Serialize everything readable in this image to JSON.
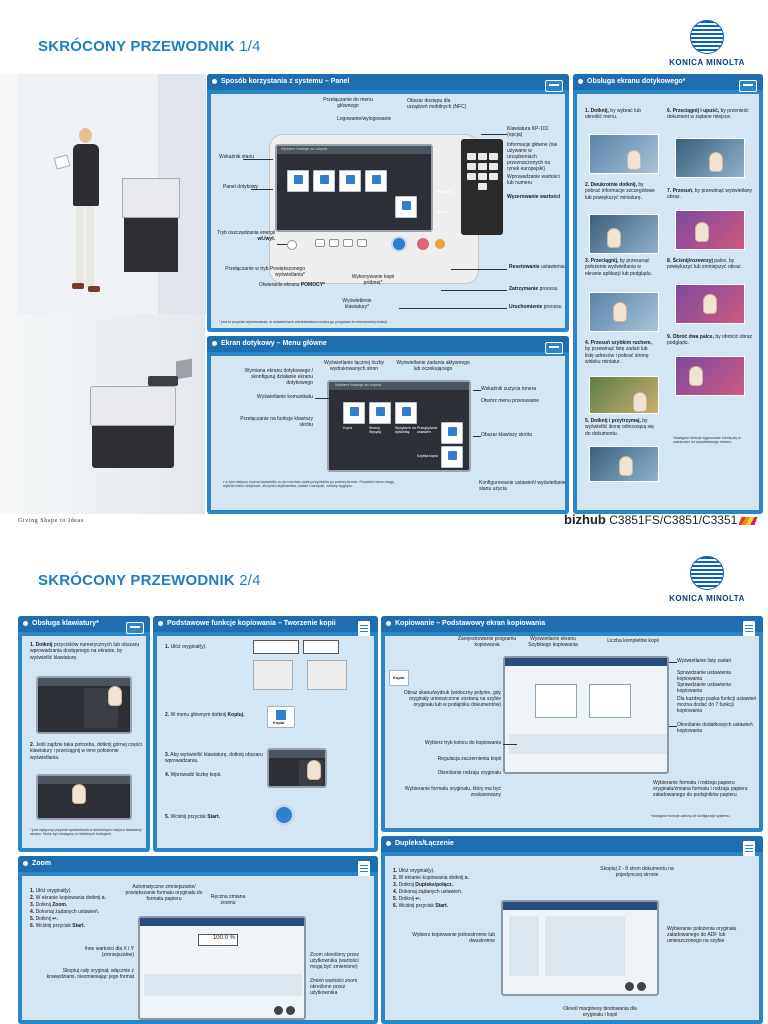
{
  "page1": {
    "title": "SKRÓCONY PRZEWODNIK",
    "page_num": "1/4",
    "brand": "KONICA MINOLTA",
    "tagline": "Giving Shape to Ideas",
    "model_prefix": "bizhub",
    "model_names": "C3851FS/C3851/C3351",
    "panel_system": {
      "title": "Sposób korzystania z systemu – Panel",
      "screen_header": "Wybierz funkcje do użycia",
      "labels": {
        "switch_main_menu": "Przełączanie do menu głównego",
        "login": "Logowanie/wylogowanie",
        "nfc_area": "Obszar dostępu dla urządzeń mobilnych (NFC)",
        "keyboard": "Klawiatura KP-101 (opcja)",
        "keyboard_note": "Informacje główne (nie używane w urządzeniach przeznaczonych na rynek europejski)",
        "status_indicator": "Wskaźnik stanu",
        "touch_panel": "Panel dotykowy",
        "enter_number": "Wprowadzanie wartości lub numeru",
        "clear_values": "Wyzerowanie wartości",
        "power_save_prefix": "Tryb oszczędzania energii",
        "power_save_bold": "wł./wył.",
        "switch_enlarge": "Przełączanie w tryb Powiększonego wyświetlania*",
        "open_help_prefix": "Otwieranie ekranu",
        "open_help_bold": "POMOCY*",
        "proof_copy": "Wykonywanie kopii próbnej*",
        "keypad_display": "Wyświetlenie klawiatury*",
        "reset_bold": "Resetowanie",
        "reset_rest": "ustawienia",
        "stop_bold": "Zatrzymanie",
        "stop_rest": "procesu",
        "start_bold": "Uruchomienie",
        "start_rest": "procesu",
        "logout_btn": "Wyloguj",
        "menu_btn": "Menu",
        "footnote": "* jest to przycisk rejestrowania, w ustawieniach administratora można go przypisać do ewentualnej funkcji."
      }
    },
    "panel_touch": {
      "title": "Obsługa ekranu dotykowego*",
      "steps": [
        {
          "num": "1.",
          "bold": "Dotknij,",
          "rest": "by wybrać lub określić menu."
        },
        {
          "num": "2.",
          "bold": "Dwukrotnie dotknij,",
          "rest": "by pobrać informacje szczegółowe lub powiększyć miniaturę."
        },
        {
          "num": "3.",
          "bold": "Przeciągnij,",
          "rest": "by przesunąć położenie wyświetlania w ekranie aplikacji lub podglądu."
        },
        {
          "num": "4.",
          "bold": "Przesuń szybkim ruchem,",
          "rest": "by przewinąć listę zadań lub listę adresów i pobrać stronę widoku miniatur."
        },
        {
          "num": "5.",
          "bold": "Dotknij i przytrzymaj,",
          "rest": "by wyświetlić ikonę odnoszącą się do dokumentu."
        },
        {
          "num": "6.",
          "bold": "Przeciągnij i upuść,",
          "rest": "by przenieść dokument w żądane miejsce."
        },
        {
          "num": "7.",
          "bold": "Przesuń,",
          "rest": "by przewinąć wyświetlany obraz."
        },
        {
          "num": "8.",
          "bold": "Ściśnij/rozewrzyj",
          "rest": "palce, by powiększyć lub zmniejszyć obraz."
        },
        {
          "num": "9.",
          "bold": "Obróć dwa palce,",
          "rest": "by obrócić obraz podglądu."
        }
      ],
      "footnote": "*dostępne funkcje sygnowane różnią się w zależności od wyświetlanego ekranu."
    },
    "panel_menu": {
      "title": "Ekran dotykowy – Menu główne",
      "screen_header": "Wybierz funkcje do użycia",
      "tile_labels": [
        "Kopia",
        "Skanuj Wysyłaj",
        "Wysyłanie na dyskietkę",
        "Przeglądanie ustawień",
        "Szybka kopia"
      ],
      "labels": {
        "job_count": "Wyświetlanie łącznej liczby wydrukowanych stron",
        "active_jobs": "Wyświetlanie zadania aktywnego lub oczekującego",
        "enlarge_toggle": "Wymiana ekranu dotykowego / skonfiguruj działanie ekranu dotykowego",
        "messages": "Wyświetlanie komunikatu",
        "toner": "Wskaźnik zużycia tonera",
        "open_slide": "Otwórz menu przesuwane",
        "switch_function": "Przełączanie na funkcje klawiszy skrótu",
        "shortcut_area": "Obszar klawiszy skrótu",
        "config_settings": "Konfigurowanie ustawień/ wyświetlanie stanu użycia",
        "footnote": "• w tym miejscu można wyświetlić co do rozmiaru wielu przycisków po prawej stronie. Przyciski menu mogą wybrać menu dotykowe, skrzynki użytkownika, zadań i narzędzi, zmiany wyglądu."
      }
    }
  },
  "page2": {
    "title": "SKRÓCONY PRZEWODNIK",
    "page_num": "2/4",
    "brand": "KONICA MINOLTA",
    "panel_keyboard": {
      "title": "Obsługa klawiatury*",
      "step1_num": "1.",
      "step1_bold": "Dotknij",
      "step1_rest": "przycisków numerycznych lub obszaru wprowadzania dostępnego na ekranie, by wyświetlić klawiaturę.",
      "step2_num": "2.",
      "step2_text": "Jeśli zajdzie taka potrzeba, dotknij górnej części klawiatury i przeciągnij w inne położenie wyświetlania.",
      "footnote": "* jest wyłączny przycisk wyświetlania w określonym miejscu klawiatury ekranu. Może być dostępny w niektórych funkcjach."
    },
    "panel_basic_copy": {
      "title": "Podstawowe funkcje kopiowania – Tworzenie kopii",
      "steps": [
        {
          "num": "1.",
          "text": "Ułóż oryginał(y)."
        },
        {
          "num": "2.",
          "text": "W menu głównym dotknij",
          "bold": "Kopiuj."
        },
        {
          "num": "3.",
          "text": "Aby wyświetlić klawiaturę, dotknij obszaru wprowadzania."
        },
        {
          "num": "4.",
          "text": "Wprowadź liczbę kopii."
        },
        {
          "num": "5.",
          "text": "Wciśnij przycisk",
          "bold": "Start."
        }
      ],
      "kopia_label": "Kopia"
    },
    "panel_copy_screen": {
      "title": "Kopiowanie – Podstawowy ekran kopiowania",
      "labels": {
        "registered_program": "Zarejestrowanie programu kopiowania",
        "quick_copy_screen": "Wyświetlanie ekranu Szybkiego kopiowania",
        "copy_count": "Liczba kompletów kopii",
        "job_list": "Wyświetlanie listy zadań",
        "check_copy": "Sprawdzanie ustawienia kopiowania",
        "check_settings": "Sprawdzanie ustawienia kopiowania",
        "shortcut_note": "Dla każdego paska funkcji ustawień można dodać do 7 funkcji kopiowania",
        "additional": "Określanie dodatkowych ustawień kopiowania",
        "image_preview": "Obraz skanu/wydruk (widoczny jedynie, gdy oryginały umieszczone zostaną na szybie oryginału lub w podajniku dokumentów)",
        "color_mode": "Wybierz tryb koloru do kopiowania",
        "density": "Regulacja zaczernienia kopii",
        "original_type": "Określanie rodzaju oryginału",
        "zoom_format": "Wybieranie formatu oryginału, który ma być zeskanowany",
        "paper_select": "Wybieranie formatu i rodzaju papieru oryginału/zmiana formatu i rodzaju papieru załadowanego do podajników papieru",
        "kopia_tag": "Kopia",
        "footnote": "*dostępne funkcje zależą od konfiguracji systemu."
      }
    },
    "panel_zoom": {
      "title": "Zoom",
      "steps": [
        {
          "num": "1.",
          "text": "Ułóż oryginał(y)."
        },
        {
          "num": "2.",
          "text": "W ekranie kopiowania dotknij",
          "bold": "≥."
        },
        {
          "num": "3.",
          "text": "Dotknij",
          "bold": "Zoom."
        },
        {
          "num": "4.",
          "text": "Dokonaj żądanych ustawień."
        },
        {
          "num": "5.",
          "text": "Dotknij",
          "bold": "↩."
        },
        {
          "num": "6.",
          "text": "Wciśnij przycisk",
          "bold": "Start."
        }
      ],
      "labels": {
        "auto_zoom": "Automatyczne zmniejszanie/ powiększanie formatu oryginału do formatu papieru",
        "manual_zoom": "Ręczna zmiana zoomu",
        "xy_values": "Inne wartości dla X i Y (zmniejszalne)",
        "full_scan": "Skopiuj cały oryginał, włącznie z krawędziami, niezmieniając jego format",
        "preset_zoom": "Zoom określony przez użytkownika (wartości mogą być zmienione)",
        "change_preset": "Zmień wartości zoom określone przez użytkownika",
        "zoom_value": "100.0",
        "zoom_unit": "%"
      }
    },
    "panel_duplex": {
      "title": "Dupleks/Łączenie",
      "steps": [
        {
          "num": "1.",
          "text": "Ułóż oryginał(y)."
        },
        {
          "num": "2.",
          "text": "W ekranie kopiowania dotknij",
          "bold": "≥."
        },
        {
          "num": "3.",
          "text": "Dotknij",
          "bold": "Dupleks/połącz."
        },
        {
          "num": "4.",
          "text": "Dokonaj żądanych ustawień."
        },
        {
          "num": "5.",
          "text": "Dotknij",
          "bold": "↩."
        },
        {
          "num": "6.",
          "text": "Wciśnij przycisk",
          "bold": "Start."
        }
      ],
      "labels": {
        "copy_2_8": "Skopiuj 2 - 8 stron dokumentu na pojedynczej stronie",
        "select_side": "Wybierz kopiowanie jednostronne lub dwustronne",
        "orientation": "Wybieranie położenia oryginału załadowanego do ADF lub umieszczonego na szybie",
        "binding": "Określ marginesy bindowania dla oryginału i kopii"
      }
    }
  },
  "colors": {
    "accent_blue": "#2b86c8",
    "title_blue": "#1d7fc3",
    "panel_bg": "#d4e6f4",
    "start_button": "#2f7fcf",
    "stop_button": "#e0637a",
    "reset_button": "#e9a32e"
  },
  "icons": [
    "screen-icon",
    "document-icon",
    "globe-logo",
    "hand-icon",
    "start-icon",
    "stop-icon",
    "reset-icon",
    "keypad-icon"
  ]
}
